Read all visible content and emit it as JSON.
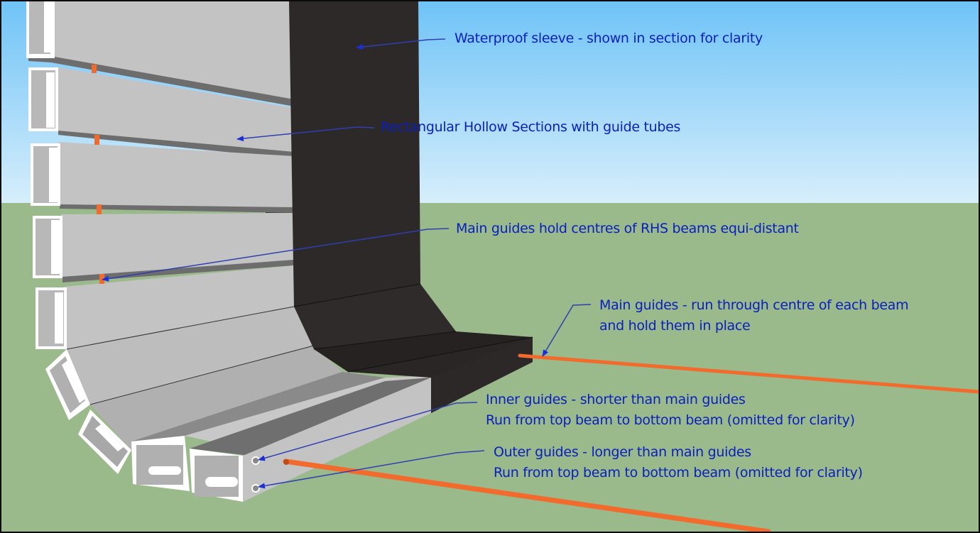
{
  "diagram": {
    "type": "3D cutaway illustration of curved RHS beam wall with waterproof sleeve and guide tubes",
    "colors": {
      "sky_top": "#6fc3f7",
      "sky_bottom": "#d6eefb",
      "ground": "#9aba8c",
      "beam_light": "#c3c3c3",
      "beam_mid": "#a8a8a8",
      "beam_dark": "#6d6d6d",
      "beam_edge": "#ffffff",
      "sleeve": "#2b2727",
      "guide_tube": "#f26a2c",
      "annotation_text": "#0a1ec0",
      "leader_line": "#2f3fb0"
    },
    "annotations": [
      {
        "id": "waterproof-sleeve",
        "lines": [
          "Waterproof sleeve - shown in section for clarity"
        ]
      },
      {
        "id": "rhs-sections",
        "lines": [
          "Rectangular Hollow Sections with guide tubes"
        ]
      },
      {
        "id": "main-guides-centres",
        "lines": [
          "Main guides hold centres of RHS beams equi-distant"
        ]
      },
      {
        "id": "main-guides-run",
        "lines": [
          "Main guides - run through centre of each beam",
          "and hold them in place"
        ]
      },
      {
        "id": "inner-guides",
        "lines": [
          "Inner guides - shorter than main guides",
          "Run from top beam to bottom beam (omitted for clarity)"
        ]
      },
      {
        "id": "outer-guides",
        "lines": [
          "Outer guides - longer than main guides",
          "Run from top beam to bottom beam (omitted for clarity)"
        ]
      }
    ]
  }
}
